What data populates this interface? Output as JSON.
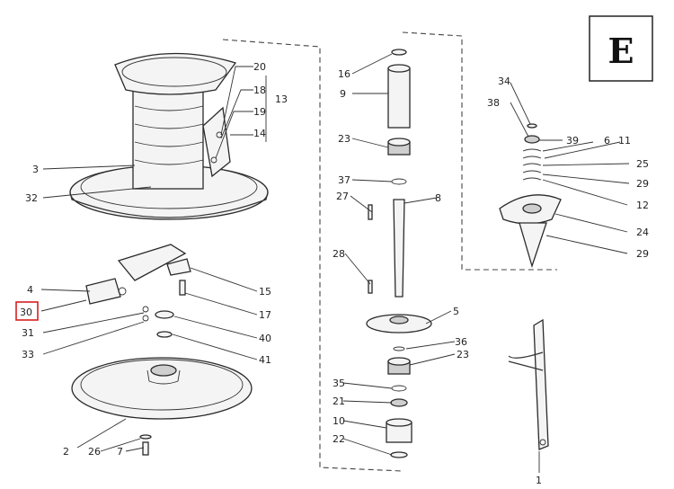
{
  "section_letter": "E",
  "highlight_color": "#d62020",
  "highlighted_label": "30",
  "labels": {
    "l1": "1",
    "l2": "2",
    "l3": "3",
    "l4": "4",
    "l5": "5",
    "l6": "6",
    "l7": "7",
    "l8": "8",
    "l9": "9",
    "l10": "10",
    "l11": "11",
    "l12": "12",
    "l13": "13",
    "l14": "14",
    "l15": "15",
    "l16": "16",
    "l17": "17",
    "l18": "18",
    "l19": "19",
    "l20": "20",
    "l21": "21",
    "l22": "22",
    "l23a": "23",
    "l23b": "23",
    "l24": "24",
    "l25": "25",
    "l26": "26",
    "l27": "27",
    "l28": "28",
    "l29a": "29",
    "l29b": "29",
    "l30": "30",
    "l31": "31",
    "l32": "32",
    "l33": "33",
    "l34": "34",
    "l35": "35",
    "l36": "36",
    "l37": "37",
    "l38": "38",
    "l39": "39",
    "l40": "40",
    "l41": "41"
  }
}
